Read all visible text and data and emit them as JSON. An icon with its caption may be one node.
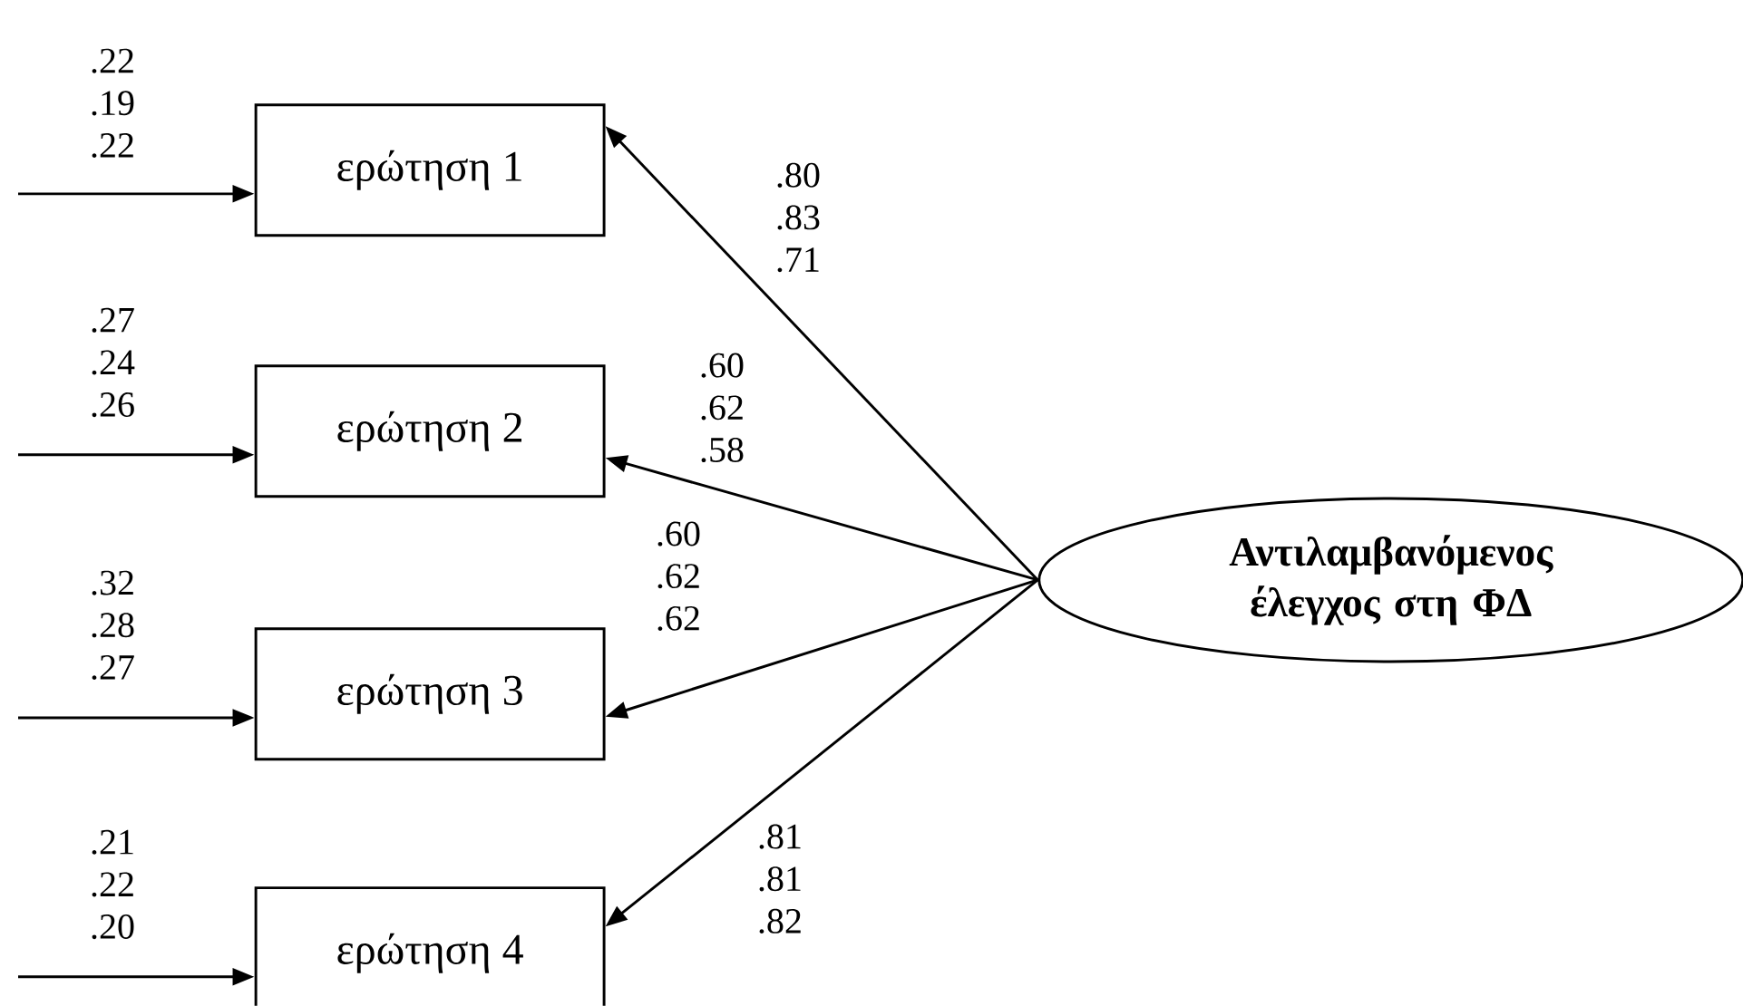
{
  "diagram": {
    "nodes": [
      {
        "text": [
          "ερώτηση 1"
        ]
      },
      {
        "text": [
          "ερώτηση 2"
        ]
      },
      {
        "text": [
          "ερώτηση 3"
        ]
      },
      {
        "text": [
          "ερώτηση 4"
        ]
      },
      {
        "text": [
          "Αντιλαμβανόμενος έλεγχος στη ΦΔ"
        ]
      }
    ],
    "edges": [
      {
        "from": null,
        "to": 0,
        "arrow": "to",
        "label": ".22 .19 .22"
      },
      {
        "from": null,
        "to": 1,
        "arrow": "to",
        "label": ".27 .24 .26"
      },
      {
        "from": null,
        "to": 2,
        "arrow": "to",
        "label": ".32 .28 .27"
      },
      {
        "from": null,
        "to": 3,
        "arrow": "to",
        "label": ".21 .22 .20"
      },
      {
        "from": 4,
        "to": 0,
        "arrow": "to",
        "label": ".80 .83 .71"
      },
      {
        "from": 4,
        "to": 1,
        "arrow": "to",
        "label": ".60 .62 .58"
      },
      {
        "from": 4,
        "to": 2,
        "arrow": "to",
        "label": ".60 .62 .62"
      },
      {
        "from": 4,
        "to": 3,
        "arrow": "to",
        "label": ".81 .81 .82"
      }
    ]
  }
}
